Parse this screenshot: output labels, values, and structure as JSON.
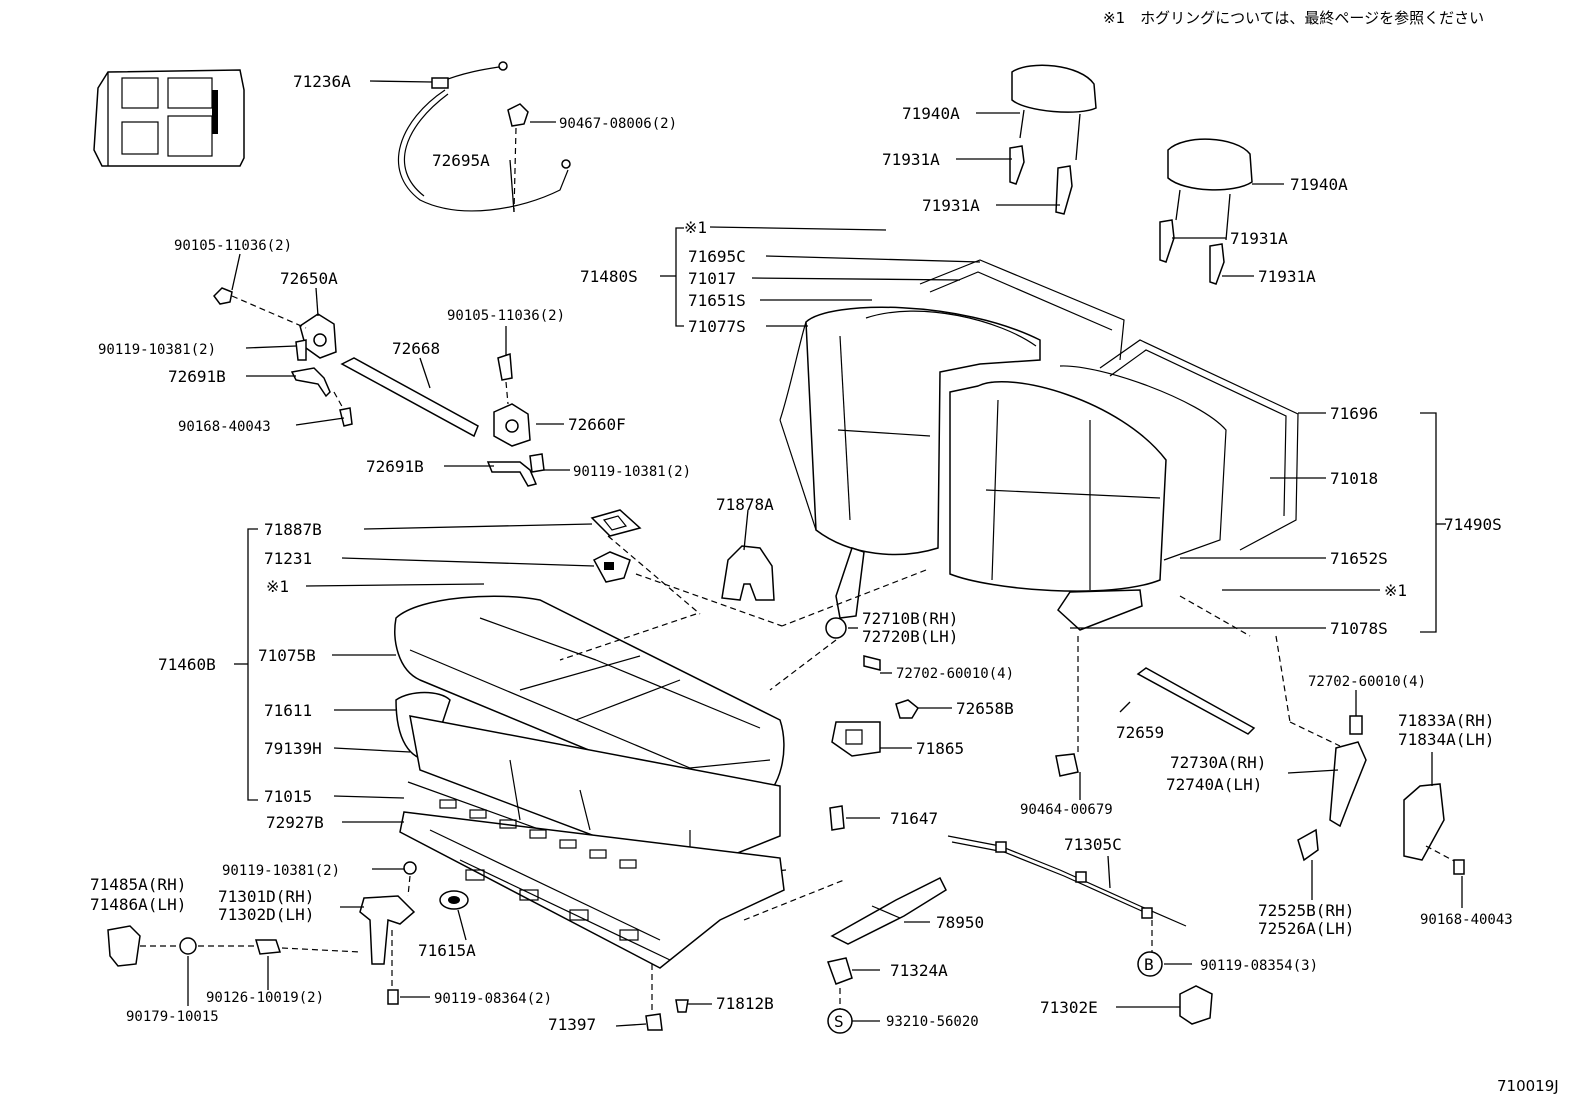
{
  "header_note": "※1　ホグリングについては、最終ページを参照ください",
  "figure_id": "710019J",
  "labels": {
    "l71236A": "71236A",
    "l90467": "90467-08006(2)",
    "l72695A": "72695A",
    "l90105a": "90105-11036(2)",
    "l72650A": "72650A",
    "l90119a": "90119-10381(2)",
    "l72691Ba": "72691B",
    "l90168a": "90168-40043",
    "l90105b": "90105-11036(2)",
    "l72668": "72668",
    "l72660F": "72660F",
    "l72691Bb": "72691B",
    "l90119b": "90119-10381(2)",
    "l71940Aa": "71940A",
    "l71931Aa": "71931A",
    "l71931Ab": "71931A",
    "l71940Ab": "71940A",
    "l71931Ac": "71931A",
    "l71931Ad": "71931A",
    "l_x1a": "※1",
    "l71695C": "71695C",
    "l71480S": "71480S",
    "l71017": "71017",
    "l71651S": "71651S",
    "l71077S": "71077S",
    "l71696": "71696",
    "l71018": "71018",
    "l71490S": "71490S",
    "l71652S": "71652S",
    "l_x1b": "※1",
    "l71078S": "71078S",
    "l71887B": "71887B",
    "l71231": "71231",
    "l_x1c": "※1",
    "l71878A": "71878A",
    "l71460B": "71460B",
    "l71075B": "71075B",
    "l71611": "71611",
    "l79139H": "79139H",
    "l71015": "71015",
    "l72927B": "72927B",
    "l72710B": "72710B(RH)",
    "l72720B": "72720B(LH)",
    "l72702a": "72702-60010(4)",
    "l72658B": "72658B",
    "l71865": "71865",
    "l72659": "72659",
    "l72702b": "72702-60010(4)",
    "l71833A": "71833A(RH)",
    "l71834A": "71834A(LH)",
    "l72730A": "72730A(RH)",
    "l72740A": "72740A(LH)",
    "l90464": "90464-00679",
    "l71647": "71647",
    "l71305C": "71305C",
    "l72525B": "72525B(RH)",
    "l72526A": "72526A(LH)",
    "l90168b": "90168-40043",
    "l90119c": "90119-10381(2)",
    "l71485A": "71485A(RH)",
    "l71486A": "71486A(LH)",
    "l71301D": "71301D(RH)",
    "l71302D": "71302D(LH)",
    "l71615A": "71615A",
    "l78950": "78950",
    "l71324A": "71324A",
    "l90126": "90126-10019(2)",
    "l90179": "90179-10015",
    "l90119d": "90119-08364(2)",
    "l71812B": "71812B",
    "l71397": "71397",
    "l93210": "93210-56020",
    "l90119e": "90119-08354(3)",
    "l71302E": "71302E",
    "badge_B": "B",
    "badge_S": "S"
  }
}
